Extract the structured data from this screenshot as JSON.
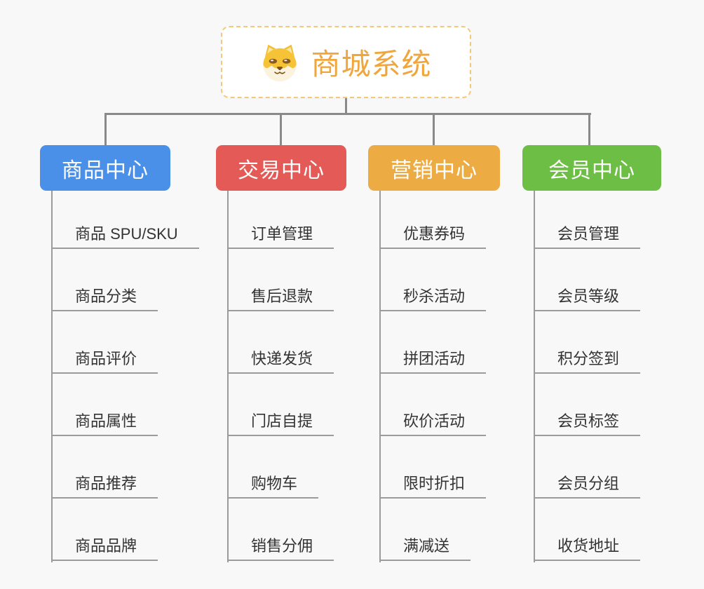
{
  "root": {
    "title": "商城系统",
    "icon": "doge-icon"
  },
  "branches": [
    {
      "label": "商品中心",
      "color": "#4b90e8",
      "items": [
        "商品 SPU/SKU",
        "商品分类",
        "商品评价",
        "商品属性",
        "商品推荐",
        "商品品牌"
      ]
    },
    {
      "label": "交易中心",
      "color": "#e35a56",
      "items": [
        "订单管理",
        "售后退款",
        "快递发货",
        "门店自提",
        "购物车",
        "销售分佣"
      ]
    },
    {
      "label": "营销中心",
      "color": "#edac43",
      "items": [
        "优惠券码",
        "秒杀活动",
        "拼团活动",
        "砍价活动",
        "限时折扣",
        "满减送"
      ]
    },
    {
      "label": "会员中心",
      "color": "#6dbe45",
      "items": [
        "会员管理",
        "会员等级",
        "积分签到",
        "会员标签",
        "会员分组",
        "收货地址"
      ]
    }
  ],
  "colors": {
    "background": "#f8f8f8",
    "root_border": "#f4c878",
    "root_title": "#f0a63c",
    "connector": "#8a8a8a",
    "leaf_line": "#9b9b9b",
    "leaf_text": "#333333"
  }
}
